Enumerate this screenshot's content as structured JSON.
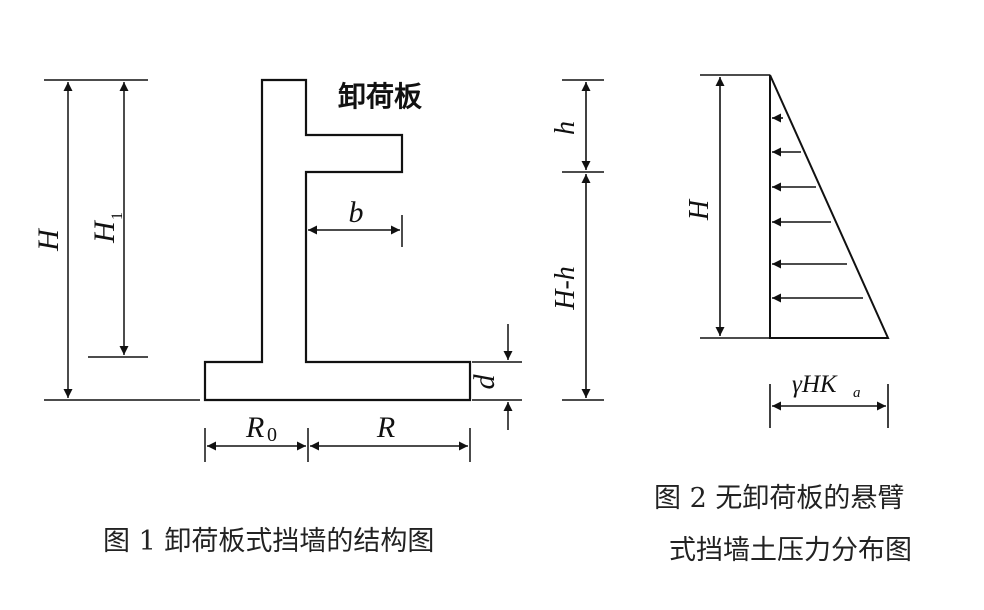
{
  "figure1": {
    "caption": "图 1   卸荷板式挡墙的结构图",
    "plate_label": "卸荷板",
    "dims": {
      "H": "H",
      "H1": "H",
      "H1_sub": "1",
      "b": "b",
      "d": "d",
      "R0": "R",
      "R0_sub": "0",
      "R": "R"
    }
  },
  "figure2": {
    "caption_line1": "图 2   无卸荷板的悬臂",
    "caption_line2": "式挡墙土压力分布图",
    "dims": {
      "h": "h",
      "H_minus_h": "H-h",
      "H": "H",
      "pressure": "γHK",
      "pressure_sub": "a"
    }
  },
  "colors": {
    "line": "#111111"
  }
}
